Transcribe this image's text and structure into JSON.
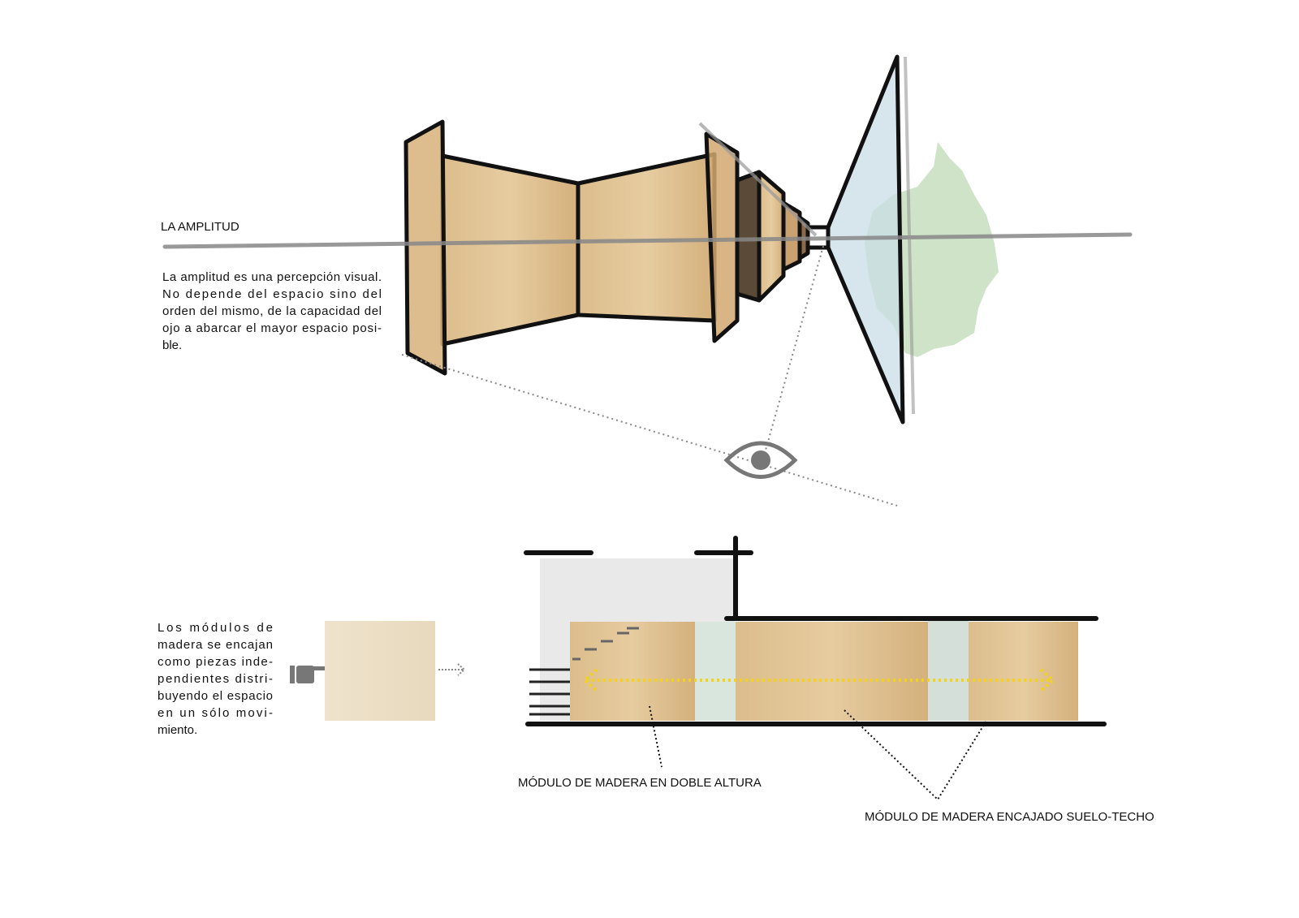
{
  "title": "LA AMPLITUD",
  "intro_lines": [
    "La amplitud es una percepción visual.",
    "No depende del espacio sino del",
    "orden del mismo, de la capacidad del",
    "ojo a abarcar el mayor espacio posi-",
    "ble."
  ],
  "modules_lines": [
    "Los módulos de",
    "madera se encajan",
    "como piezas inde-",
    "pendientes distri-",
    "buyendo el espacio",
    "en un sólo movi-",
    "miento."
  ],
  "label_double_height": "MÓDULO DE MADERA EN DOBLE ALTURA",
  "label_floor_ceiling": "MÓDULO DE MADERA ENCAJADO SUELO-TECHO",
  "colors": {
    "wood": "#d9b98a",
    "glass": "#c9dde6",
    "tree": "#cfe3c8",
    "arrow": "#f2d21b"
  }
}
